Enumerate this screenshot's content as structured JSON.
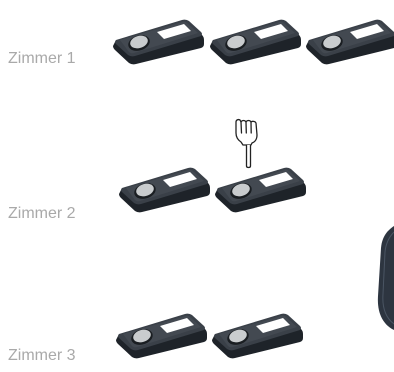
{
  "rooms": [
    {
      "label": "Zimmer 1",
      "buttons": 3
    },
    {
      "label": "Zimmer 2",
      "buttons": 2
    },
    {
      "label": "Zimmer 3",
      "buttons": 2
    }
  ],
  "pointer": {
    "icon": "pointing-hand-icon",
    "target": "Zimmer 2 button 2"
  },
  "device": {
    "icon": "handset-edge-icon"
  },
  "colors": {
    "label": "#a9a9a9",
    "button_body": "#3a4048",
    "button_top": "#4a5058",
    "button_window": "#ffffff",
    "button_knob": "#c9ccce"
  }
}
